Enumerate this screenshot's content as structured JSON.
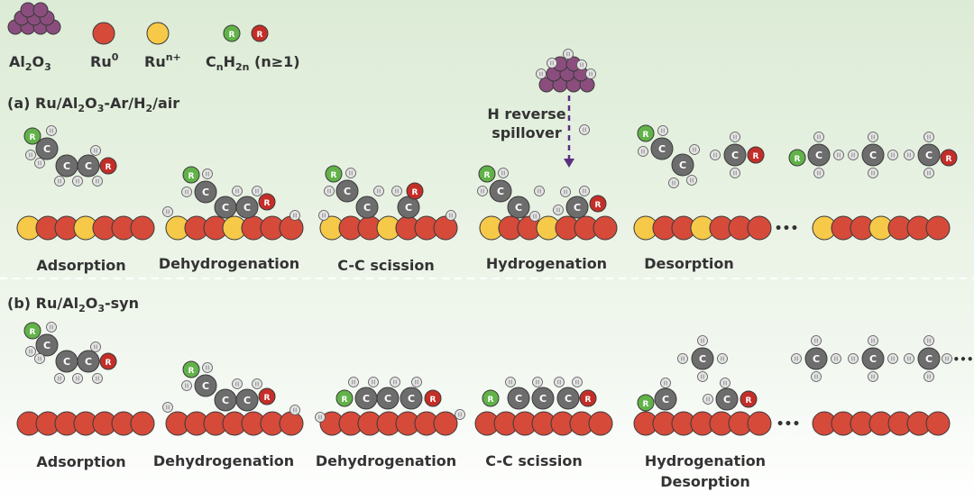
{
  "legend": {
    "al2o3": {
      "base": "Al",
      "sub1": "2",
      "mid": "O",
      "sub2": "3"
    },
    "ru0": {
      "base": "Ru",
      "sup": "0"
    },
    "run": {
      "base": "Ru",
      "sup": "n+"
    },
    "hydrocarbon": {
      "c": "C",
      "n1": "n",
      "h": "H",
      "n2": "2n",
      "rest": " (n≥1)"
    }
  },
  "panel_a": {
    "title": {
      "pre": "(a) Ru/Al",
      "s1": "2",
      "mid": "O",
      "s2": "3",
      "post": "-Ar/H",
      "s3": "2",
      "end": "/air"
    },
    "spillover": {
      "line1": "H reverse",
      "line2": "spillover"
    },
    "steps": [
      "Adsorption",
      "Dehydrogenation",
      "C-C scission",
      "Hydrogenation",
      "Desorption"
    ]
  },
  "panel_b": {
    "title": {
      "pre": "(b) Ru/Al",
      "s1": "2",
      "mid": "O",
      "s2": "3",
      "post": "-syn"
    },
    "steps": [
      "Adsorption",
      "Dehydrogenation",
      "Dehydrogenation",
      "C-C scission",
      "Hydrogenation",
      "Desorption"
    ]
  },
  "atom_labels": {
    "r": "R",
    "c": "C"
  },
  "ellipsis": "•••",
  "colors": {
    "ru0": "#d64a3a",
    "run": "#f7c948",
    "al2o3": "#8b4d7e",
    "carbon": "#6d6d6d",
    "r_green": "#62b24a",
    "r_red": "#c42e28",
    "h": "#e4e4e4",
    "arrow": "#5c2f80"
  }
}
